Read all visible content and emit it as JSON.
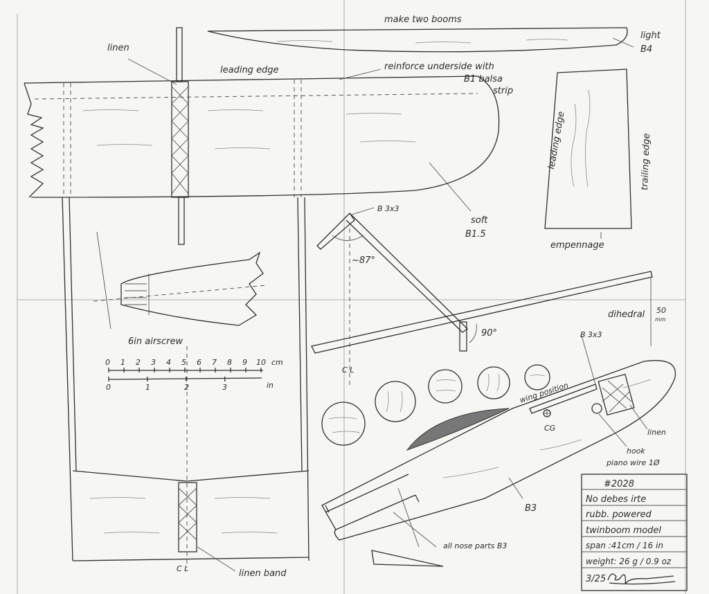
{
  "labels": {
    "booms": "make two booms",
    "light": "light",
    "b4": "B4",
    "linen_top": "linen",
    "leading_edge": "leading edge",
    "reinforce1": "reinforce underside with",
    "reinforce2": "B1 balsa",
    "reinforce3": "strip",
    "tail_leading": "leading edge",
    "tail_trailing": "trailing edge",
    "soft": "soft",
    "b15": "B1.5",
    "b3x3_top": "B 3x3",
    "angle87": "~87°",
    "empennage": "empennage",
    "dihedral": "dihedral",
    "dihedral_val": "50",
    "dihedral_unit": "mm",
    "angle90": "90°",
    "cl_mid": "C L",
    "airscrew": "6in airscrew",
    "b3x3_fus": "B 3x3",
    "wing_position": "wing position",
    "cg": "CG",
    "linen_fus": "linen",
    "hook": "hook",
    "piano_wire": "piano wire 1Ø",
    "b3": "B3",
    "nose_parts": "all nose parts B3",
    "linen_band": "linen band",
    "cl_bottom": "C L"
  },
  "scale": {
    "cm_ticks": [
      "0",
      "1",
      "2",
      "3",
      "4",
      "5",
      "6",
      "7",
      "8",
      "9",
      "10"
    ],
    "cm_unit": "cm",
    "in_ticks": [
      "0",
      "1",
      "2",
      "3"
    ],
    "in_unit": "in"
  },
  "title_block": [
    "#2028",
    "No debes irte",
    "rubb. powered",
    "twinboom model",
    "span :41cm / 16 in",
    "weight: 26 g / 0.9 oz",
    "3/25"
  ],
  "signature": "R. Jablickewitz"
}
